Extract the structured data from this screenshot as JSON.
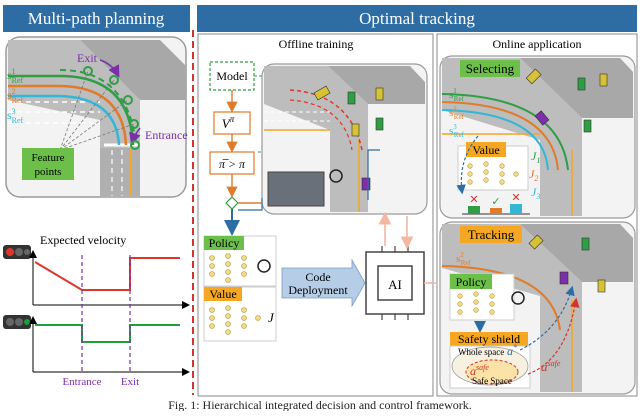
{
  "panels": {
    "left_title": "Multi-path planning",
    "right_title": "Optimal tracking",
    "offline_title": "Offline training",
    "online_title": "Online application"
  },
  "planning": {
    "exit": "Exit",
    "entrance": "Entrance",
    "ref_base": "s",
    "ref_sub": "Ref",
    "ref_sups": [
      "1",
      "2",
      "3"
    ],
    "feature_points": [
      "Feature",
      "points"
    ]
  },
  "velocity": {
    "title": "Expected velocity",
    "entrance": "Entrance",
    "exit": "Exit"
  },
  "offline": {
    "model": "Model",
    "v_pi": "V",
    "v_pi_sup": "π",
    "improve": "π̅ > π",
    "policy": "Policy",
    "value": "Value",
    "j": "J",
    "code_deployment": [
      "Code",
      "Deployment"
    ],
    "ai": "AI"
  },
  "online": {
    "selecting": "Selecting",
    "value": "Value",
    "j_labels": [
      "J",
      "J",
      "J"
    ],
    "j_subs": [
      "1",
      "2",
      "3"
    ],
    "tracking": "Tracking",
    "policy": "Policy",
    "safety_shield": "Safety shield",
    "whole_space": "Whole space",
    "safe_space": "Safe Space",
    "a": "a",
    "a_sup": "*",
    "a_safe": "a",
    "a_safe_sup": "safe"
  },
  "caption": "Fig. 1: Hierarchical integrated decision and control framework.",
  "colors": {
    "title_bar": "#2e6da4",
    "label_green": "#6cc04a",
    "label_orange": "#f5a623",
    "ref1": "#2f9e44",
    "ref2": "#e07b2a",
    "ref3": "#33b7d6",
    "divider": "#d0342c",
    "velocity_red": "#e0352b",
    "velocity_green": "#1e9e3c"
  }
}
